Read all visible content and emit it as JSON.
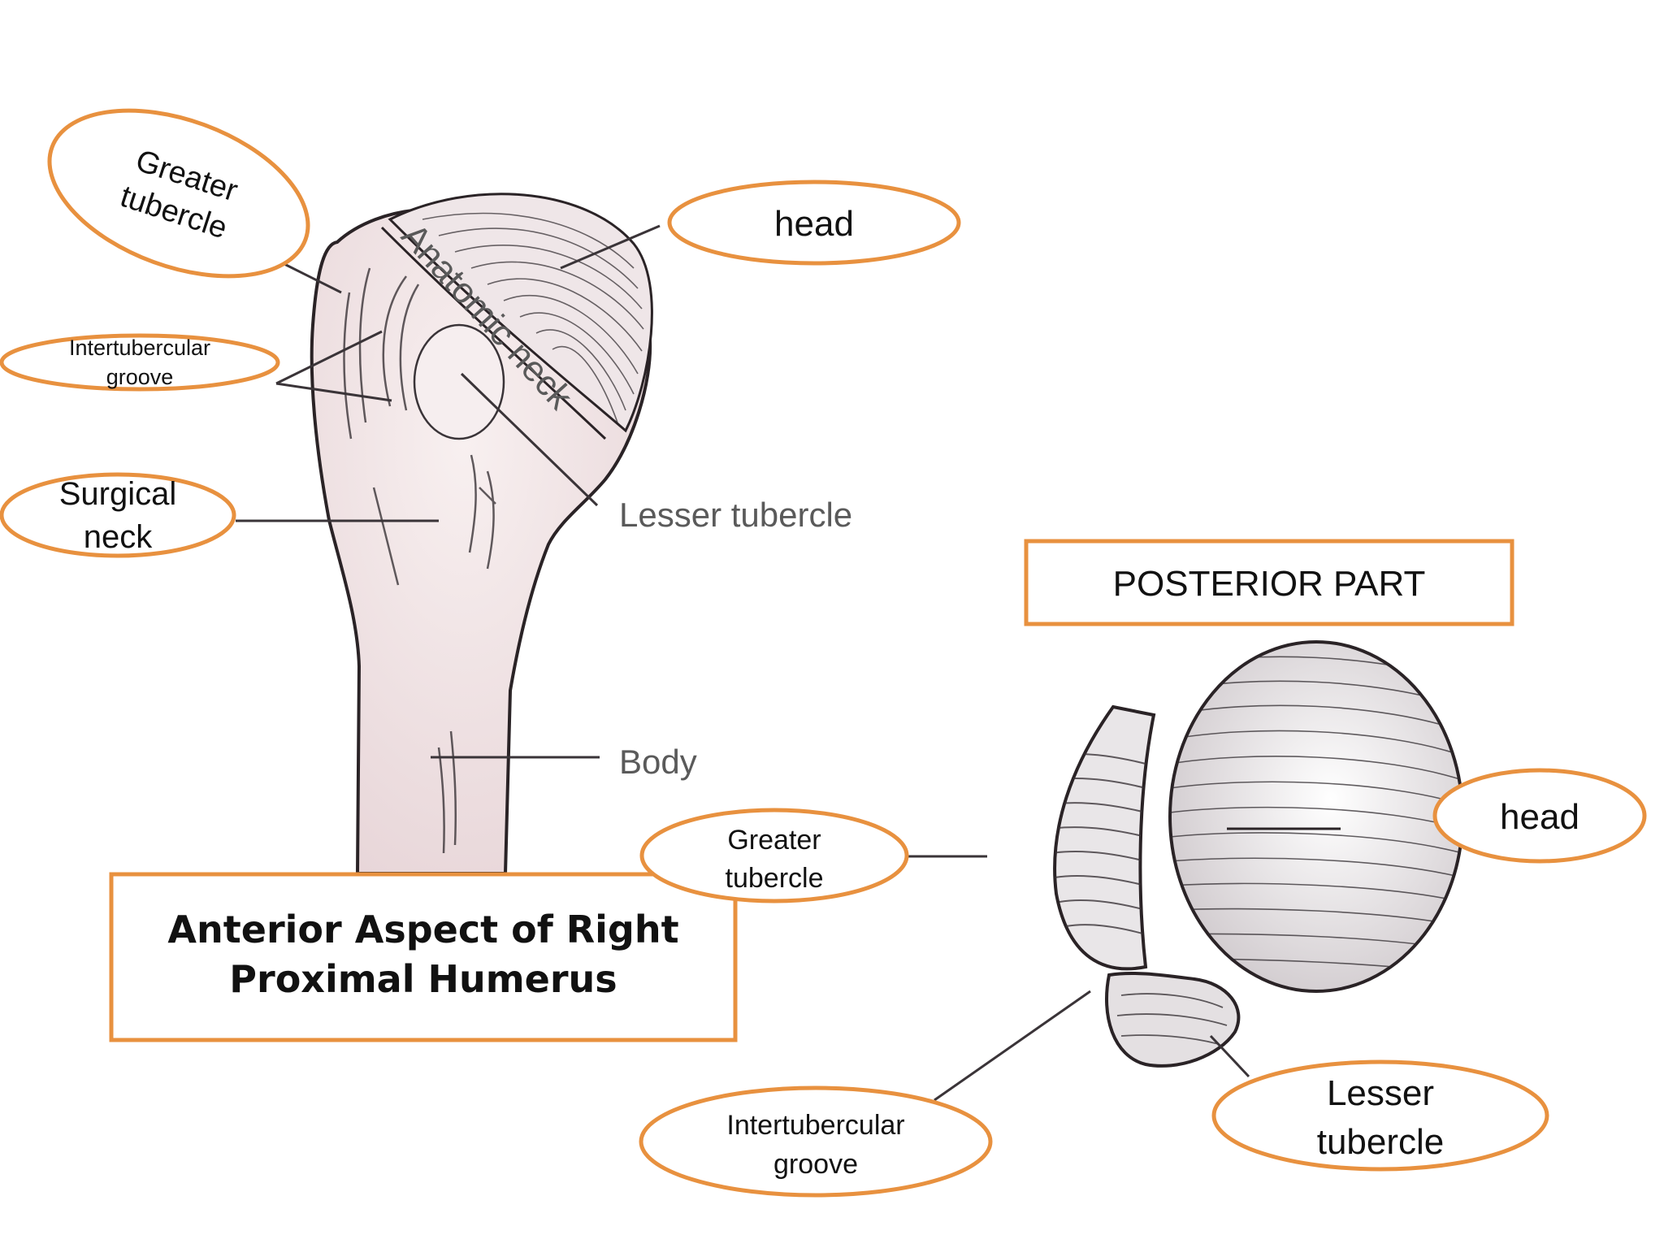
{
  "colors": {
    "accent": "#E8913F",
    "bone_fill": "#F3E8E8",
    "bone_shade": "#E2CFD2",
    "bone_outline": "#2A2326",
    "sketch_line": "#3a3438",
    "annotation_text": "#5a5a5a"
  },
  "anterior": {
    "title_line1": "Anterior Aspect of Right",
    "title_line2": "Proximal Humerus",
    "labels": {
      "greater_tubercle_1": "Greater",
      "greater_tubercle_2": "tubercle",
      "head": "head",
      "intertubercular_1": "Intertubercular",
      "intertubercular_2": "groove",
      "surgical_neck_1": "Surgical",
      "surgical_neck_2": "neck"
    },
    "print_labels": {
      "anatomic_neck": "Anatomic neck",
      "lesser_tubercle": "Lesser tubercle",
      "body": "Body"
    }
  },
  "posterior": {
    "title": "POSTERIOR PART",
    "labels": {
      "greater_tubercle_1": "Greater",
      "greater_tubercle_2": "tubercle",
      "head": "head",
      "intertubercular_1": "Intertubercular",
      "intertubercular_2": "groove",
      "lesser_tubercle_1": "Lesser",
      "lesser_tubercle_2": "tubercle"
    }
  }
}
